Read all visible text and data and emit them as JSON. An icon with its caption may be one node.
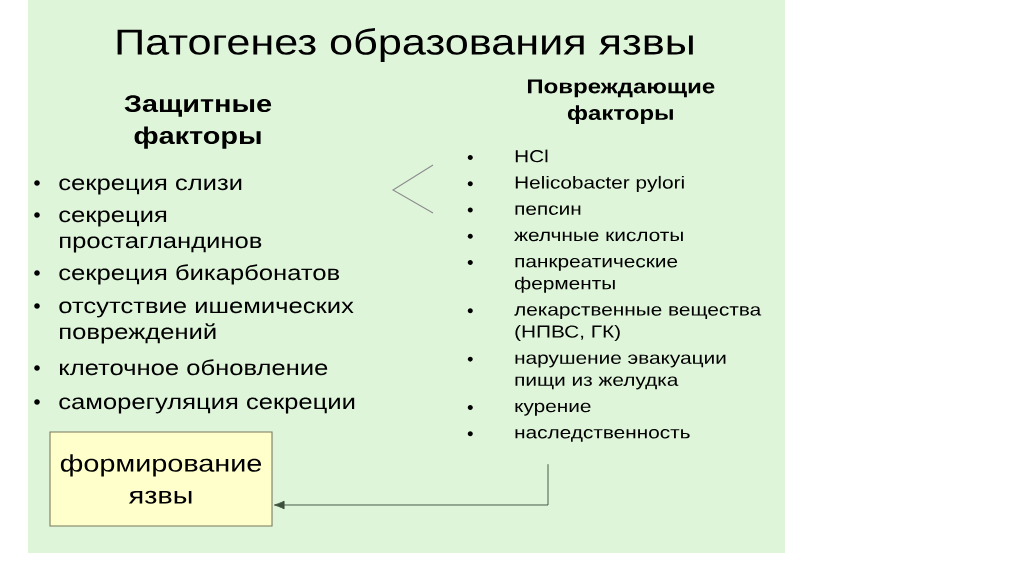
{
  "diagram": {
    "title": "Патогенез образования язвы",
    "nodes": [
      {
        "text": [
          "Повреждающие факторы",
          "HCl",
          "Helicobacter pylori",
          "пепсин",
          "желчные кислоты",
          "панкреатические ферменты",
          "лекарственные вещества (НПВС, ГК)",
          "нарушение эвакуации пищи из желудка",
          "курение",
          "наследственность"
        ]
      },
      {
        "text": [
          "формирование язвы"
        ]
      }
    ],
    "edges": [
      {
        "from": 0,
        "to": 1,
        "arrow": "to"
      }
    ],
    "labels": [
      "Защитные факторы",
      "секреция слизи",
      "секреция простагландинов",
      "секреция бикарбонатов",
      "отсутствие ишемических повреждений",
      "клеточное обновление",
      "саморегуляция секреции"
    ]
  }
}
